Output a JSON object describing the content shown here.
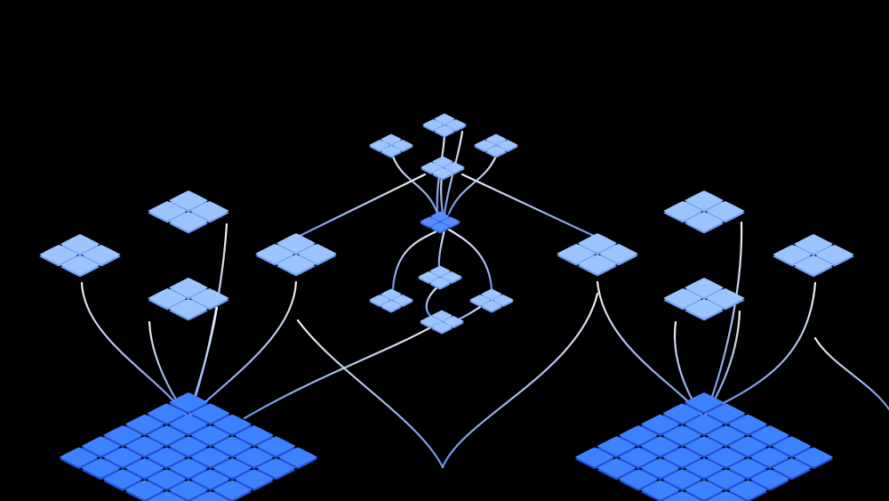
{
  "palette": {
    "background": "#000000",
    "tile_light": "#9cc4ff",
    "tile_light_edge": "#6f9ff0",
    "tile_core": "#5a8cff",
    "tile_core_edge": "#2f5fe0",
    "tile_grid": "#3f82ff",
    "tile_grid_edge": "#1f4fd6",
    "connector": "#e9eef8",
    "connector_blue": "#6d8fe6"
  },
  "illustration": {
    "subject": "network-hierarchy",
    "tile_shape": "rounded-diamond",
    "cluster_pattern": "four-tile-diamond",
    "foundation_grids": 2
  }
}
